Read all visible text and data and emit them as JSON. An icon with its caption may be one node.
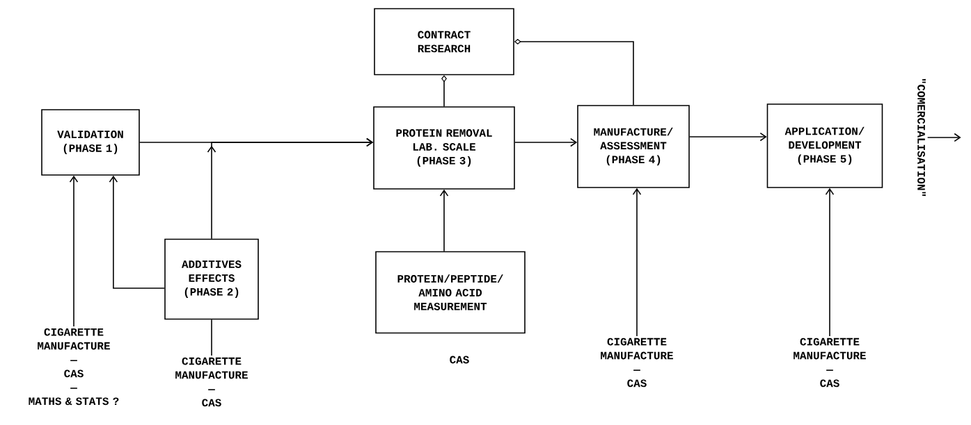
{
  "diagram": {
    "nodes": [
      {
        "text": [
          "VALIDATION (PHASE 1)"
        ]
      },
      {
        "text": [
          "ADDITIVES EFFECTS (PHASE 2)"
        ]
      },
      {
        "text": [
          "CONTRACT RESEARCH"
        ]
      },
      {
        "text": [
          "PROTEIN REMOVAL LAB. SCALE (PHASE 3)"
        ]
      },
      {
        "text": [
          "MANUFACTURE/ ASSESSMENT (PHASE 4)"
        ]
      },
      {
        "text": [
          "APPLICATION/ DEVELOPMENT (PHASE 5)"
        ]
      },
      {
        "text": [
          "PROTEIN/PEPTIDE/ AMINO ACID MEASUREMENT"
        ]
      },
      {
        "text": [
          "CIGARETTE MANUFACTURE",
          "—",
          "CAS",
          "—",
          "MATHS & STATS ?"
        ]
      },
      {
        "text": [
          "CIGARETTE MANUFACTURE",
          "—",
          "CAS"
        ]
      },
      {
        "text": [
          "CIGARETTE MANUFACTURE",
          "—",
          "CAS"
        ]
      },
      {
        "text": [
          "CIGARETTE MANUFACTURE",
          "—",
          "CAS"
        ]
      },
      {
        "text": [
          "\"COMERCIALISATION\""
        ]
      }
    ],
    "edges": [
      {
        "from": 0,
        "to": 3,
        "arrow": "to"
      },
      {
        "from": 1,
        "to": 3,
        "arrow": "to"
      },
      {
        "from": 1,
        "to": 0,
        "arrow": "to"
      },
      {
        "from": 7,
        "to": 0,
        "arrow": "to"
      },
      {
        "from": 8,
        "to": 1,
        "arrow": "none"
      },
      {
        "from": 3,
        "to": 2,
        "arrow": "other"
      },
      {
        "from": 4,
        "to": 2,
        "arrow": "other"
      },
      {
        "from": 3,
        "to": 4,
        "arrow": "to"
      },
      {
        "from": 4,
        "to": 5,
        "arrow": "to"
      },
      {
        "from": 9,
        "to": 4,
        "arrow": "to"
      },
      {
        "from": 10,
        "to": 5,
        "arrow": "to"
      },
      {
        "from": 6,
        "to": 3,
        "arrow": "to"
      },
      {
        "from": 11,
        "to": null,
        "arrow": "to"
      }
    ],
    "labels": [
      "CAS"
    ]
  }
}
